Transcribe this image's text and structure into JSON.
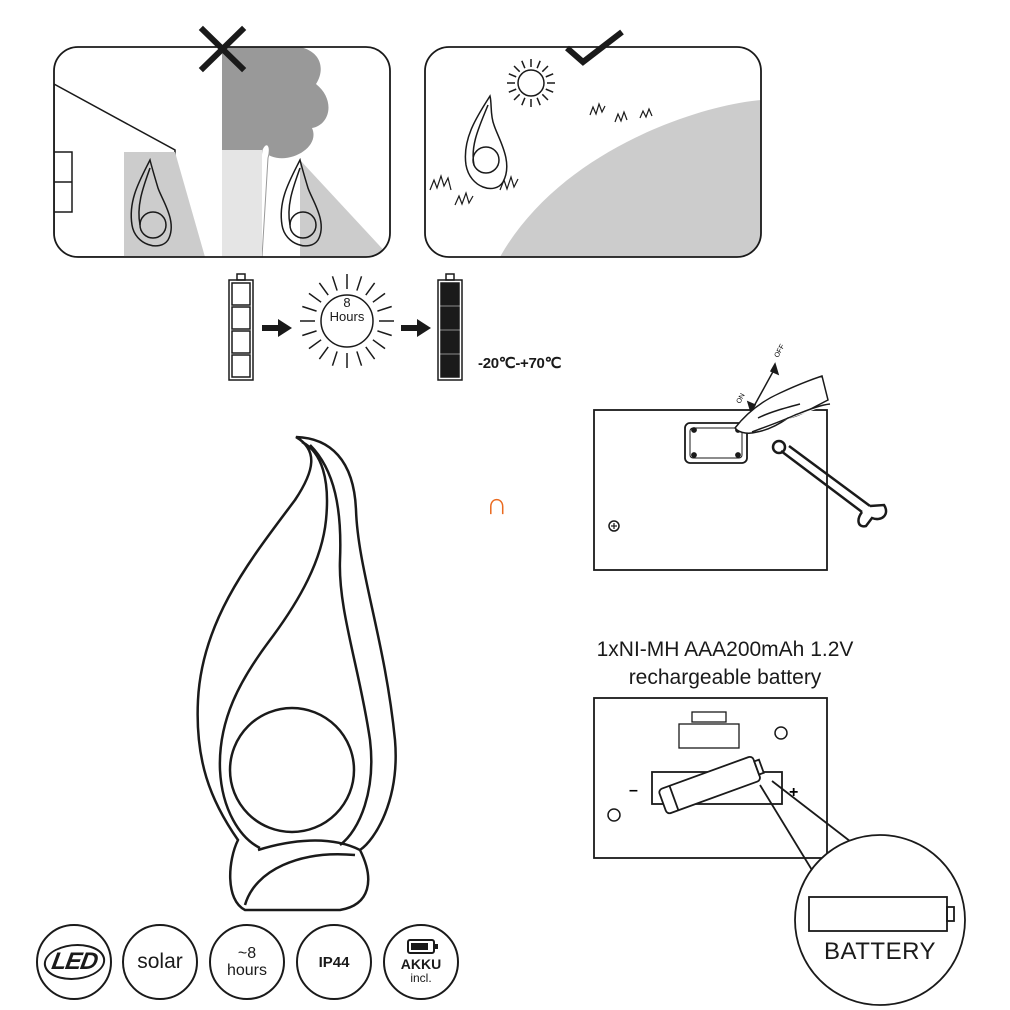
{
  "temperature_range": "-20℃-+70℃",
  "sun_charge": {
    "value": "8",
    "unit": "Hours"
  },
  "battery_spec": {
    "line1": "1xNI-MH AAA200mAh 1.2V",
    "line2": "rechargeable battery"
  },
  "battery_word": "BATTERY",
  "polarity": {
    "minus": "–",
    "plus": "+"
  },
  "switch_labels": {
    "on": "ON",
    "off": "OFF"
  },
  "magnet_symbol": "∩",
  "badges": {
    "led": "LED",
    "solar": "solar",
    "hours_line1": "~8",
    "hours_line2": "hours",
    "ip": "IP44",
    "akku_line1": "AKKU",
    "akku_line2": "incl."
  },
  "colors": {
    "line": "#1a1a1a",
    "shade": "#cccccc",
    "tree": "#999999",
    "magnet": "#ea6a1f"
  },
  "icons": [
    "cross-icon",
    "check-icon",
    "sun-icon",
    "arrow-icon",
    "battery-icon",
    "screwdriver-icon",
    "hand-icon"
  ]
}
